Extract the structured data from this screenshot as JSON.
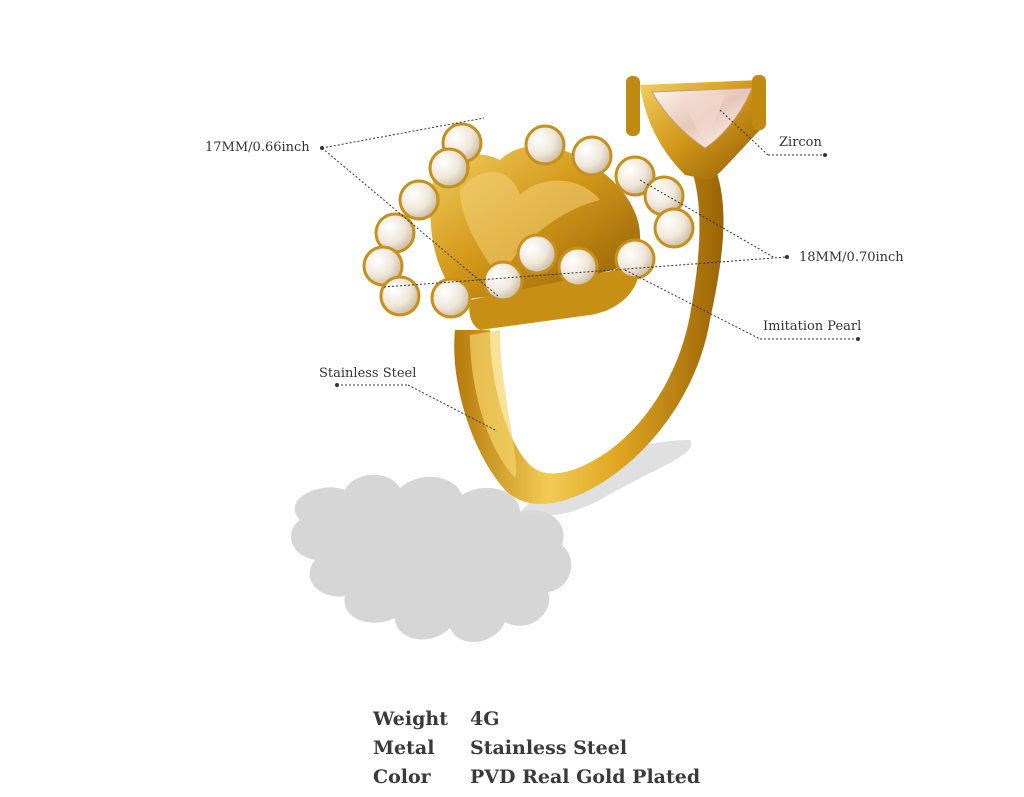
{
  "callouts": {
    "width_17": "17MM/0.66inch",
    "zircon": "Zircon",
    "width_18": "18MM/0.70inch",
    "pearl": "Imitation Pearl",
    "steel": "Stainless Steel"
  },
  "specs": [
    {
      "key": "Weight",
      "value": "4G"
    },
    {
      "key": "Metal",
      "value": "Stainless Steel"
    },
    {
      "key": "Color",
      "value": "PVD Real Gold Plated"
    }
  ],
  "colors": {
    "gold": "#d9a11c",
    "gold_dark": "#a66f08",
    "gold_light": "#f6d46a",
    "pearl": "#f4ede3",
    "shadow": "#cfcfcf"
  }
}
